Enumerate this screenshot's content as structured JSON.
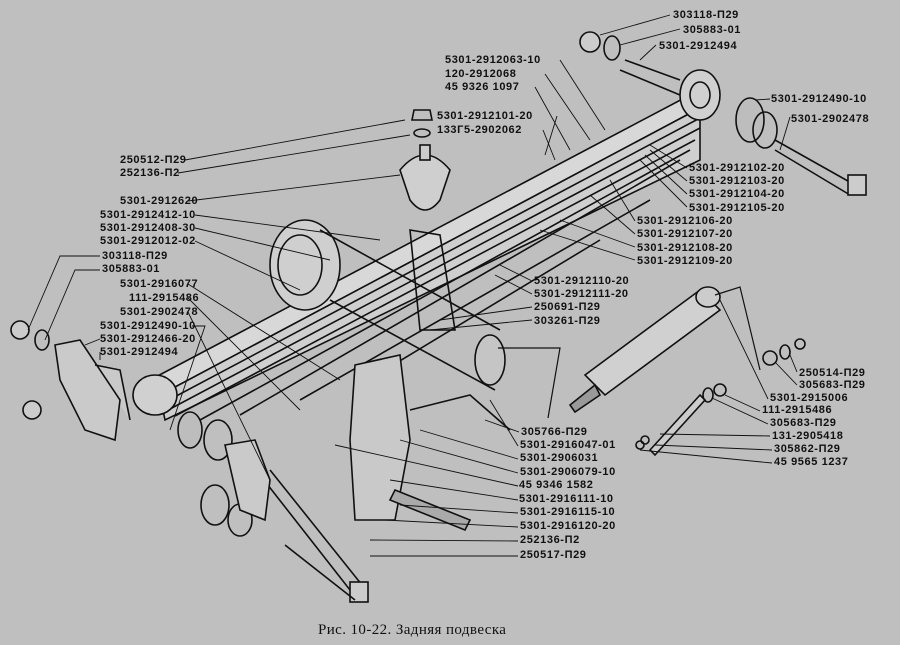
{
  "caption": "Рис. 10-22. Задняя подвеска",
  "labels": {
    "top_right": [
      "303118-П29",
      "305883-01",
      "5301-2912494",
      "5301-2912490-10",
      "5301-2902478"
    ],
    "top_center": [
      "5301-2912063-10",
      "120-2912068",
      "45 9326 1097",
      "5301-2912101-20",
      "133Г5-2902062"
    ],
    "spring_leaves": [
      "5301-2912102-20",
      "5301-2912103-20",
      "5301-2912104-20",
      "5301-2912105-20",
      "5301-2912106-20",
      "5301-2912107-20",
      "5301-2912108-20",
      "5301-2912109-20",
      "5301-2912110-20",
      "5301-2912111-20"
    ],
    "mid_center": [
      "250691-П29",
      "303261-П29"
    ],
    "left": [
      "250512-П29",
      "252136-П2",
      "5301-2912620",
      "5301-2912412-10",
      "5301-2912408-30",
      "5301-2912012-02",
      "303118-П29",
      "305883-01",
      "5301-2916077",
      "111-2915486",
      "5301-2902478",
      "5301-2912490-10",
      "5301-2912466-20",
      "5301-2912494"
    ],
    "bottom_center": [
      "305766-П29",
      "5301-2916047-01",
      "5301-2906031",
      "5301-2906079-10",
      "45 9346 1582",
      "5301-2916111-10",
      "5301-2916115-10",
      "5301-2916120-20",
      "252136-П2",
      "250517-П29"
    ],
    "shock": [
      "250514-П29",
      "305683-П29",
      "5301-2915006",
      "111-2915486",
      "305683-П29",
      "131-2905418",
      "305862-П29",
      "45 9565 1237"
    ]
  }
}
